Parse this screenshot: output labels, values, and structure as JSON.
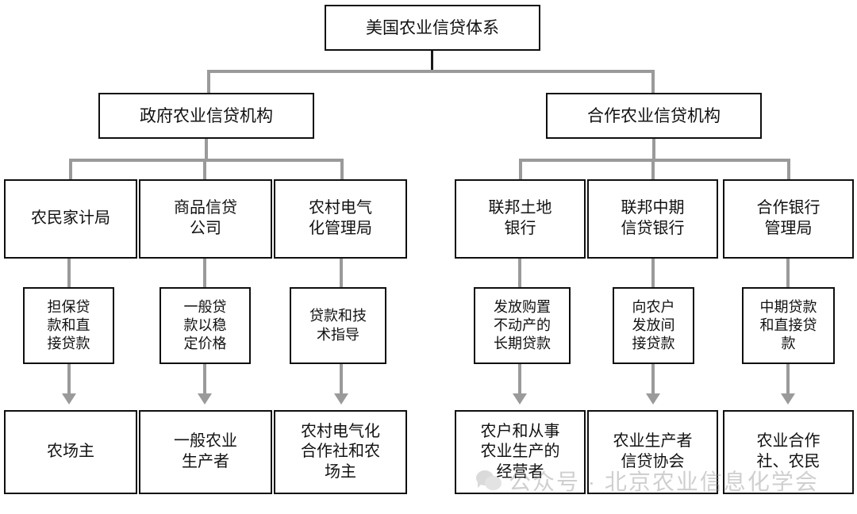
{
  "diagram": {
    "title": "美国农业信贷体系",
    "type": "organizational-hierarchy",
    "root": {
      "label": "美国农业信贷体系"
    },
    "branches": [
      {
        "id": "government",
        "label": "政府农业信贷机构"
      },
      {
        "id": "cooperative",
        "label": "合作农业信贷机构"
      }
    ],
    "agencies": [
      {
        "id": "fha",
        "label": "农民家计局"
      },
      {
        "id": "ccc",
        "label": "商品信贷\n公司"
      },
      {
        "id": "rea",
        "label": "农村电气\n化管理局"
      },
      {
        "id": "flb",
        "label": "联邦土地\n银行"
      },
      {
        "id": "ficb",
        "label": "联邦中期\n信贷银行"
      },
      {
        "id": "cba",
        "label": "合作银行\n管理局"
      }
    ],
    "functions": [
      {
        "id": "fha-func",
        "label": "担保贷\n款和直\n接贷款"
      },
      {
        "id": "ccc-func",
        "label": "一般贷\n款以稳\n定价格"
      },
      {
        "id": "rea-func",
        "label": "贷款和技\n术指导"
      },
      {
        "id": "flb-func",
        "label": "发放购置\n不动产的\n长期贷款"
      },
      {
        "id": "ficb-func",
        "label": "向农户\n发放间\n接贷款"
      },
      {
        "id": "cba-func",
        "label": "中期贷款\n和直接贷\n款"
      }
    ],
    "clients": [
      {
        "id": "fha-client",
        "label": "农场主"
      },
      {
        "id": "ccc-client",
        "label": "一般农业\n生产者"
      },
      {
        "id": "rea-client",
        "label": "农村电气化\n合作社和农\n场主"
      },
      {
        "id": "flb-client",
        "label": "农户和从事\n农业生产的\n经营者"
      },
      {
        "id": "ficb-client",
        "label": "农业生产者\n信贷协会"
      },
      {
        "id": "cba-client",
        "label": "农业合作\n社、农民"
      }
    ],
    "watermark": {
      "text": "公众号 · 北京农业信息化学会",
      "icon": "wechat-bubbles-icon"
    },
    "colors": {
      "box_border": "#0f0f0f",
      "connector": "#9a9a9a",
      "background": "#ffffff",
      "text": "#111111",
      "watermark": "#8f8f8f"
    }
  }
}
